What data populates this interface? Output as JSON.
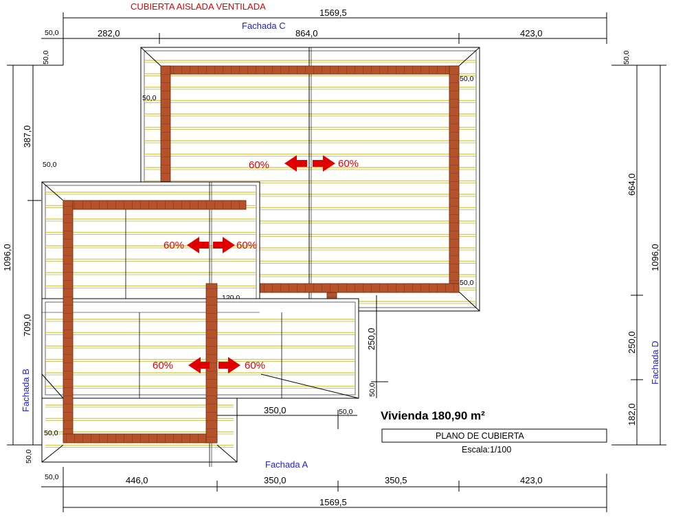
{
  "title": "CUBIERTA AISLADA VENTILADA",
  "facades": {
    "a": "Fachada A",
    "b": "Fachada B",
    "c": "Fachada C",
    "d": "Fachada D"
  },
  "slopes": [
    "60%",
    "60%",
    "60%",
    "60%",
    "60%",
    "60%"
  ],
  "dims": {
    "total_top": "1569,5",
    "top_left": "282,0",
    "top_mid": "864,0",
    "top_right": "423,0",
    "small_50": "50,0",
    "left_total": "1096,0",
    "left_upper": "387,0",
    "left_lower": "709,0",
    "right_total": "1096,0",
    "right_upper": "664,0",
    "right_mid": "250,0",
    "right_lower": "182,0",
    "inner_250": "250,0",
    "inner_350": "350,0",
    "inner_120": "120,0",
    "bottom_1": "446,0",
    "bottom_2": "350,0",
    "bottom_3": "350,5",
    "bottom_4": "423,0",
    "total_bottom": "1569,5"
  },
  "info": {
    "vivienda": "Vivienda 180,90 m²",
    "plano": "PLANO DE CUBIERTA",
    "escala": "Escala:1/100"
  },
  "colors": {
    "brick": "#b5522a",
    "tile_line": "#d8d050",
    "arrow": "#e00000",
    "facade_text": "#2020d0"
  }
}
